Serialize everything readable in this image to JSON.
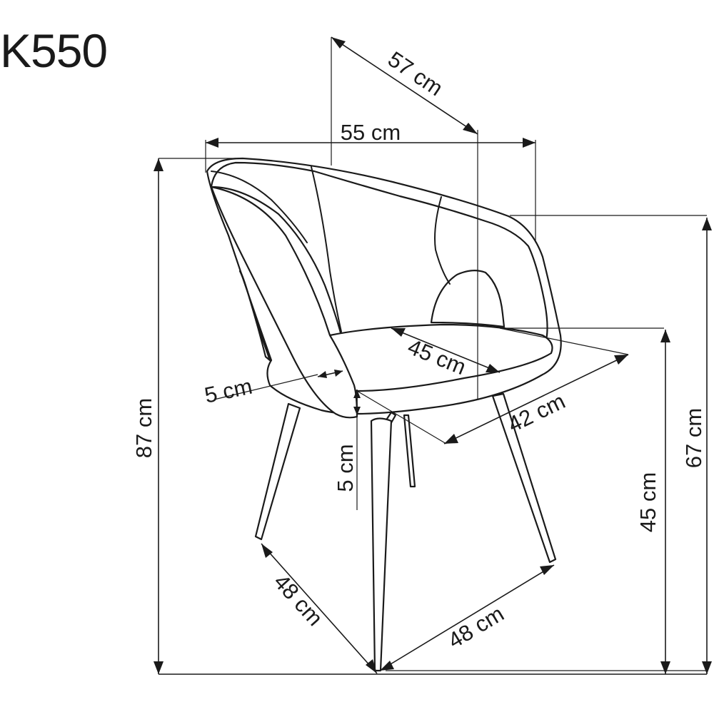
{
  "product": {
    "model": "K550"
  },
  "dimensions": {
    "depth_top": "57 cm",
    "width": "55 cm",
    "height_total": "87 cm",
    "armrest_height": "67 cm",
    "seat_height": "45 cm",
    "seat_depth": "45 cm",
    "seat_width": "42 cm",
    "wall_thickness": "5 cm",
    "seat_thickness": "5 cm",
    "leg_span_left": "48 cm",
    "leg_span_right": "48 cm"
  },
  "colors": {
    "line": "#1a1a1a",
    "background": "#ffffff"
  }
}
